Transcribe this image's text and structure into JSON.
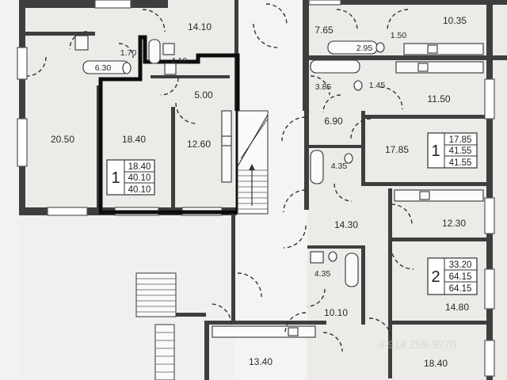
{
  "rooms": {
    "r1410": "14.10",
    "r1035": "10.35",
    "r765": "7.65",
    "r170": "1.70",
    "r410": "4.10",
    "r295": "2.95",
    "r150": "1.50",
    "r630": "6.30",
    "r500": "5.00",
    "r385": "3.85",
    "r145": "1.45",
    "r1150": "11.50",
    "r690": "6.90",
    "r2050": "20.50",
    "r1840a": "18.40",
    "r1260": "12.60",
    "r1785": "17.85",
    "r435a": "4.35",
    "r1430": "14.30",
    "r1230": "12.30",
    "r435b": "4.35",
    "r1010": "10.10",
    "r1480": "14.80",
    "r1340": "13.40",
    "r1840b": "18.40"
  },
  "apartments": [
    {
      "rooms": "1",
      "living": "18.40",
      "total": "40.10",
      "total_alt": "40.10"
    },
    {
      "rooms": "1",
      "living": "17.85",
      "total": "41.55",
      "total_alt": "41.55"
    },
    {
      "rooms": "2",
      "living": "33.20",
      "total": "64.15",
      "total_alt": "64.15"
    }
  ],
  "watermark": "8 918 259-9270",
  "colors": {
    "wall": "#3e3e3e",
    "floor": "#ecebe8",
    "corridor": "#f4f4f2",
    "highlight": "#0d0d0d"
  }
}
